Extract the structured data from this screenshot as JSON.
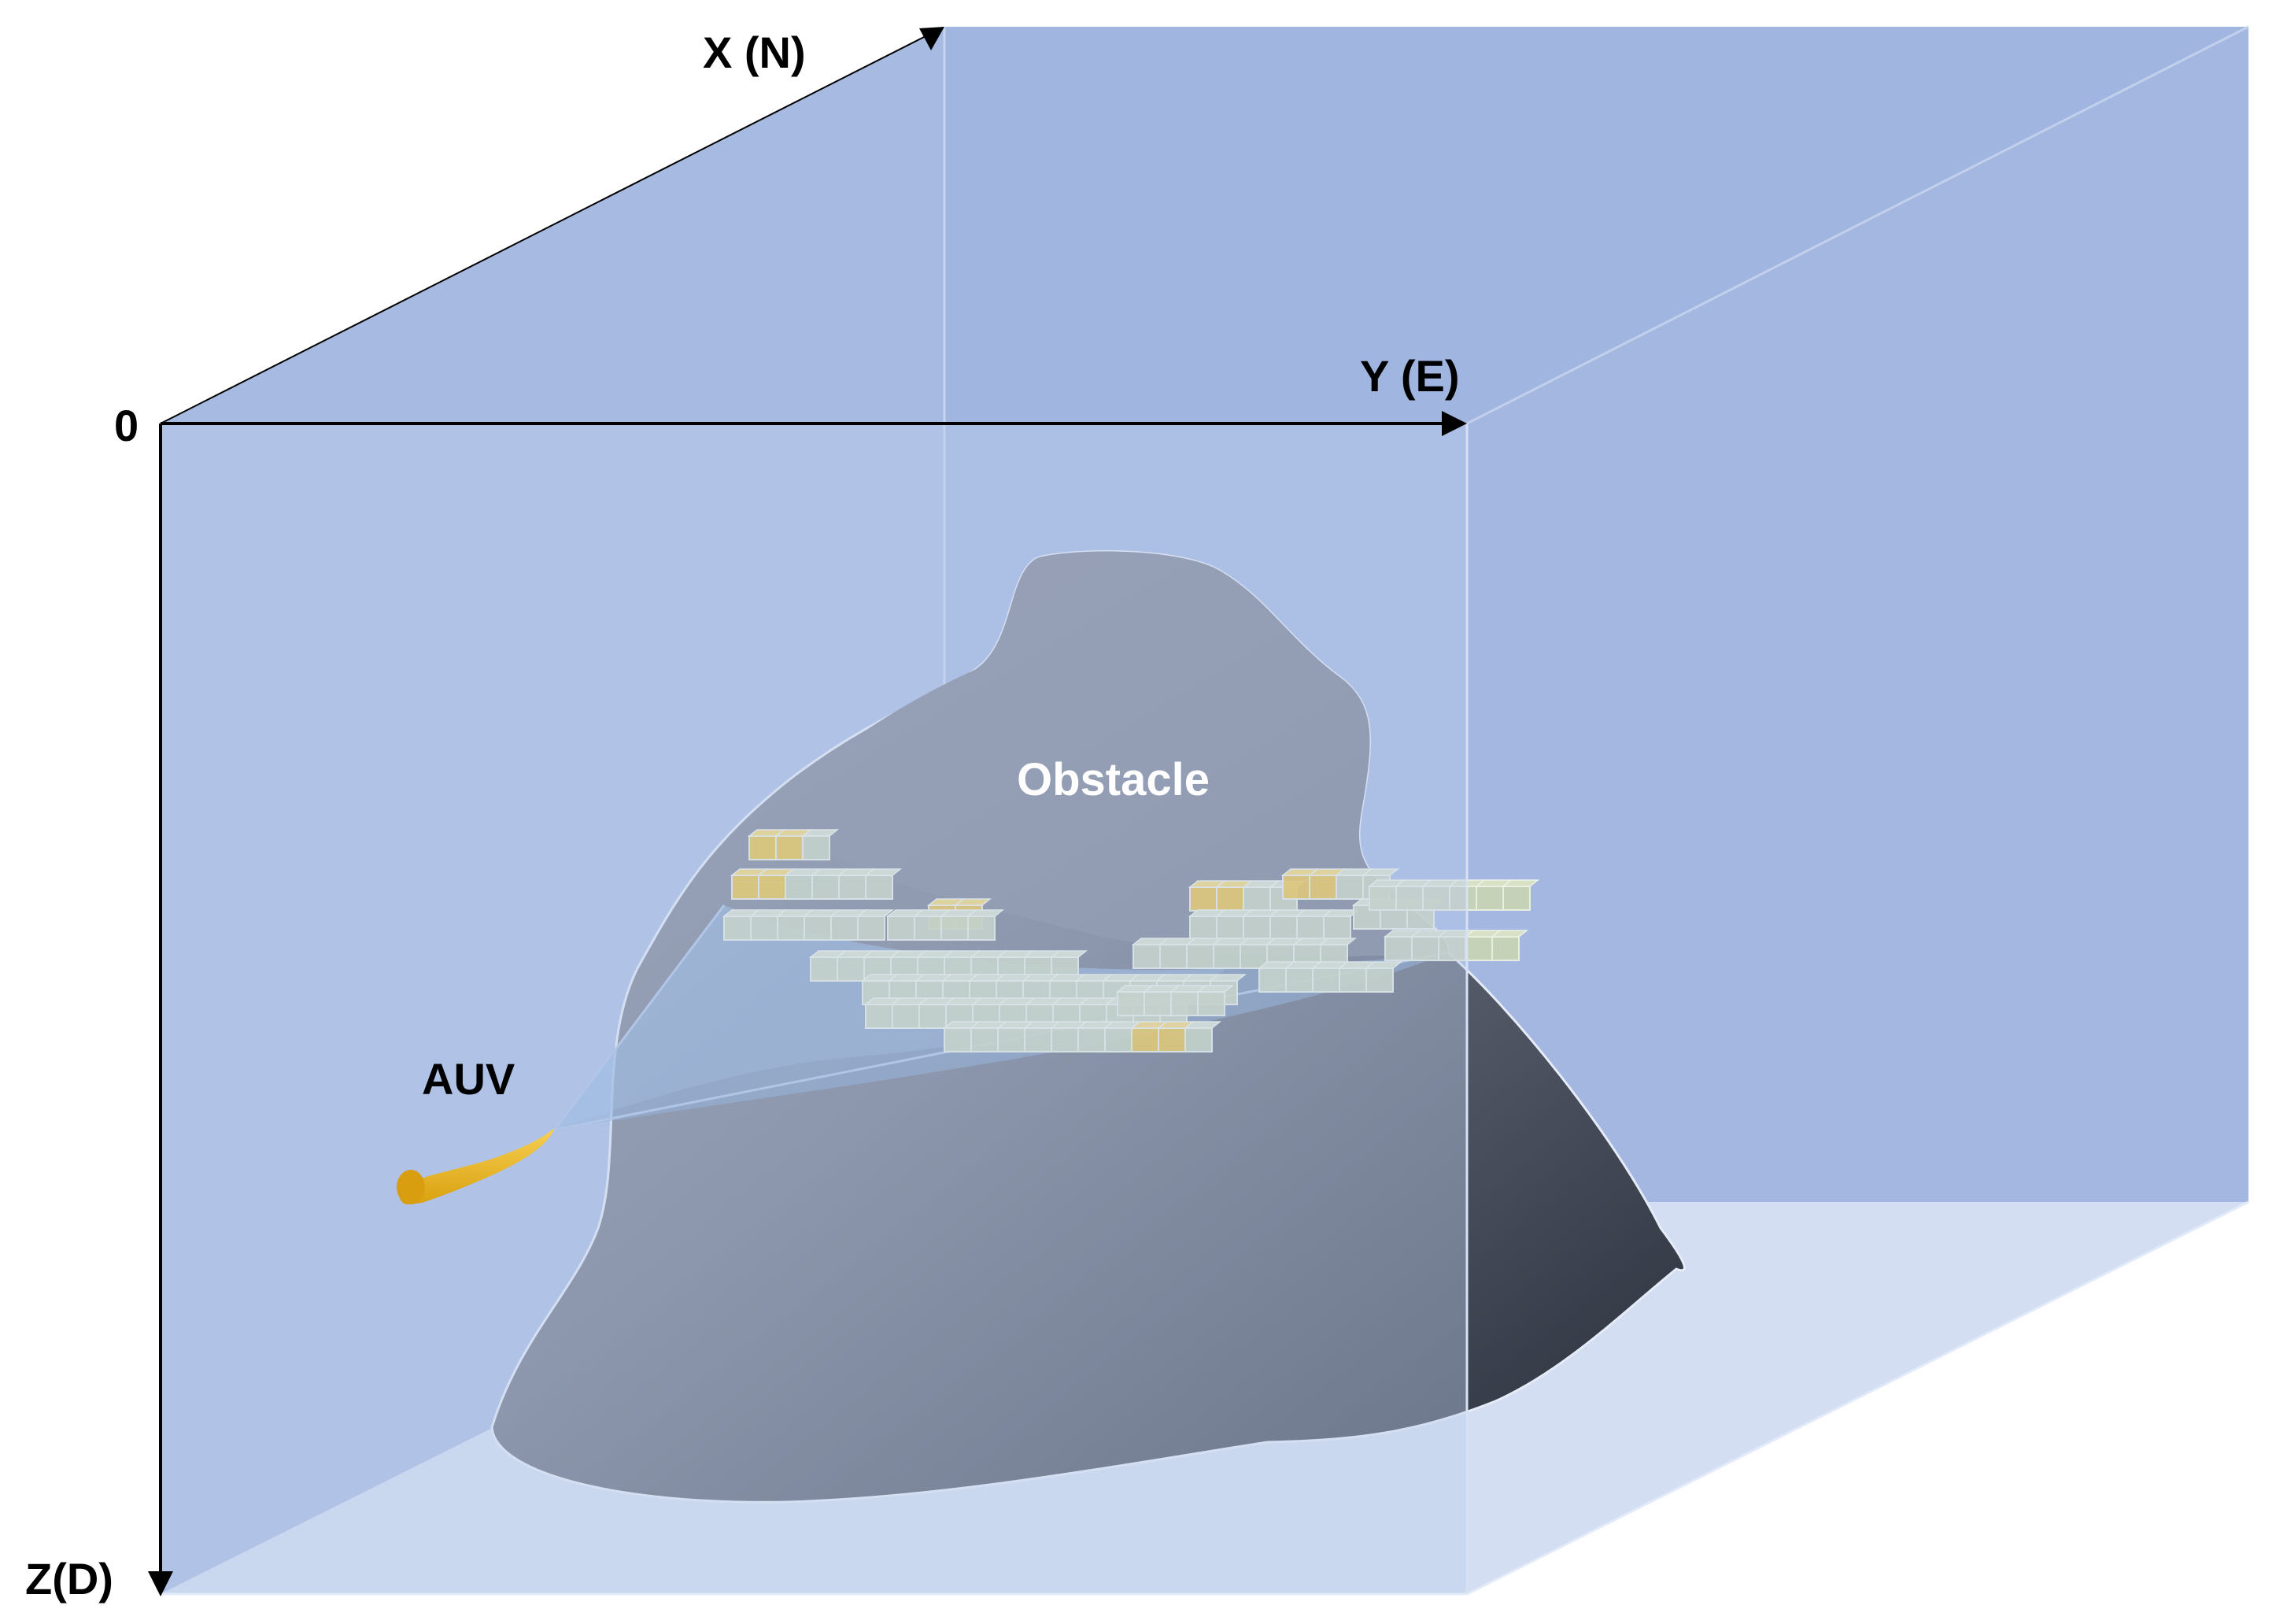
{
  "axes": {
    "x_label": "X (N)",
    "y_label": "Y (E)",
    "z_label": "Z(D)",
    "origin_label": "0"
  },
  "labels": {
    "obstacle": "Obstacle",
    "auv": "AUV"
  },
  "colors": {
    "back_wall": "#a3b8e0",
    "front_face": "#b4c6e7",
    "floor": "#d3def2",
    "obstacle_top": "#7b8090",
    "obstacle_dark": "#2f3643",
    "sonar_beam": "#7fa6d3",
    "voxel_fill": "#c9d4b4",
    "voxel_highlight": "#f2c22e",
    "auv_body": "#f0b820"
  },
  "icons": {
    "auv": "torpedo-auv-icon",
    "axis_arrow": "arrow-head-icon"
  }
}
